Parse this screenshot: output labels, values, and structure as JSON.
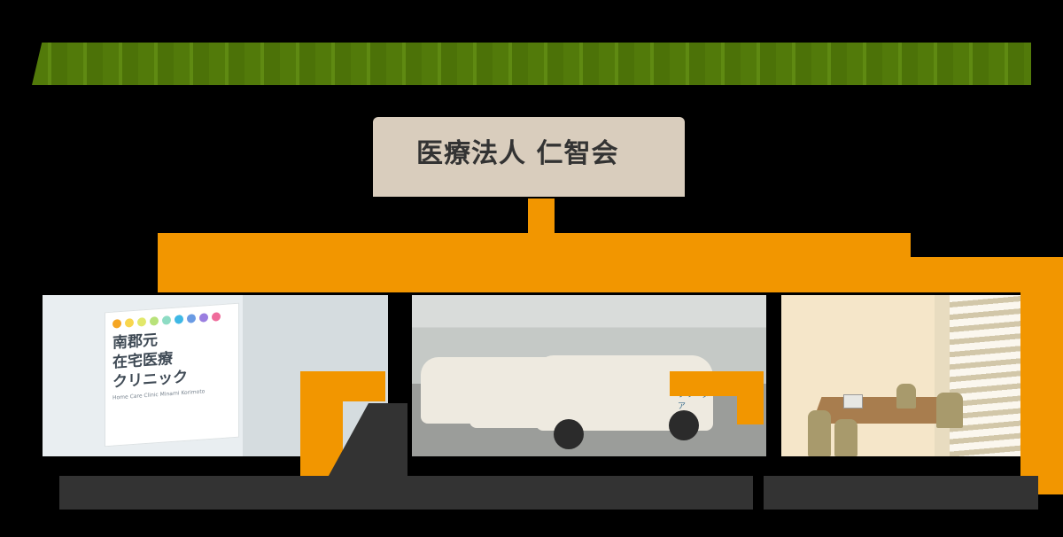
{
  "title": {
    "text": "",
    "color": "#527a0a",
    "legible": false
  },
  "organization": {
    "name": "医療法人 仁智会",
    "box_color": "#d9cdbd",
    "text_color": "#333333"
  },
  "connector_color": "#f29600",
  "units": [
    {
      "photo": "clinic-exterior",
      "sign": {
        "lines": [
          "南郡元",
          "在宅医療",
          "クリニック"
        ],
        "subtitle": "Home Care Clinic Minami Korimoto",
        "dot_colors": [
          "#f5a623",
          "#f8d64e",
          "#e2e86b",
          "#b8e27a",
          "#8edcc4",
          "#3fb8e5",
          "#6a9be4",
          "#9a7ee0",
          "#c27bd6",
          "#ef6c9b"
        ]
      },
      "tag_label": "",
      "caption": ""
    },
    {
      "photo": "visiting-nurse-cars",
      "car_logo": "フリーダア",
      "tag_label": "",
      "caption": ""
    },
    {
      "photo": "meeting-room",
      "tag_label": "",
      "caption": ""
    }
  ],
  "colors": {
    "background": "#000000",
    "caption_bg": "#333333",
    "accent_orange": "#f29600",
    "title_green": "#527a0a"
  }
}
